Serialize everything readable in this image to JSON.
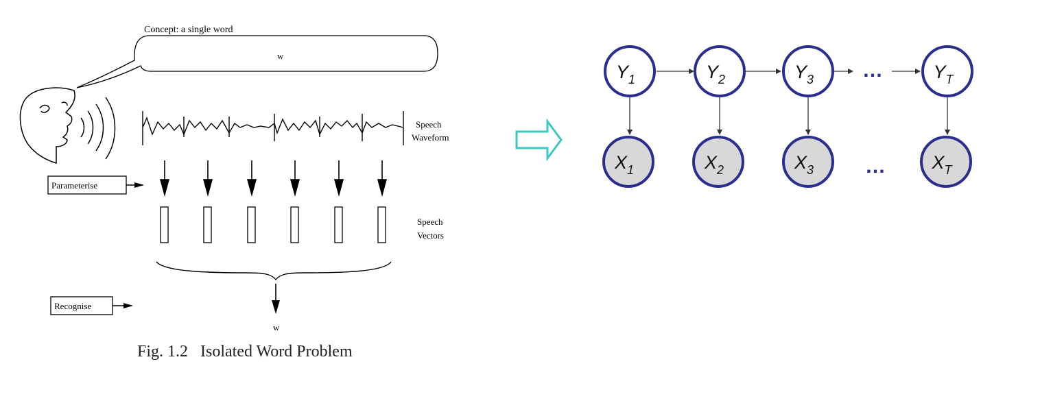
{
  "left_figure": {
    "concept_label": "Concept: a single word",
    "bubble_word": "w",
    "waveform_label": [
      "Speech",
      "Waveform"
    ],
    "parameterise_label": "Parameterise",
    "vectors_label": [
      "Speech",
      "Vectors"
    ],
    "recognise_label": "Recognise",
    "output_word": "w",
    "caption": "Fig. 1.2   Isolated Word Problem"
  },
  "transition_arrow": {
    "color": "#3cc8c0",
    "icon": "hollow-right-arrow"
  },
  "hmm": {
    "hidden_nodes": [
      {
        "letter": "Y",
        "sub": "1"
      },
      {
        "letter": "Y",
        "sub": "2"
      },
      {
        "letter": "Y",
        "sub": "3"
      },
      {
        "letter": "Y",
        "sub": "T"
      }
    ],
    "observed_nodes": [
      {
        "letter": "X",
        "sub": "1"
      },
      {
        "letter": "X",
        "sub": "2"
      },
      {
        "letter": "X",
        "sub": "3"
      },
      {
        "letter": "X",
        "sub": "T"
      }
    ],
    "ellipsis": "…",
    "node_border_color": "#2b2d8f",
    "observed_fill": "#d8d8d8",
    "hidden_fill": "#ffffff"
  }
}
